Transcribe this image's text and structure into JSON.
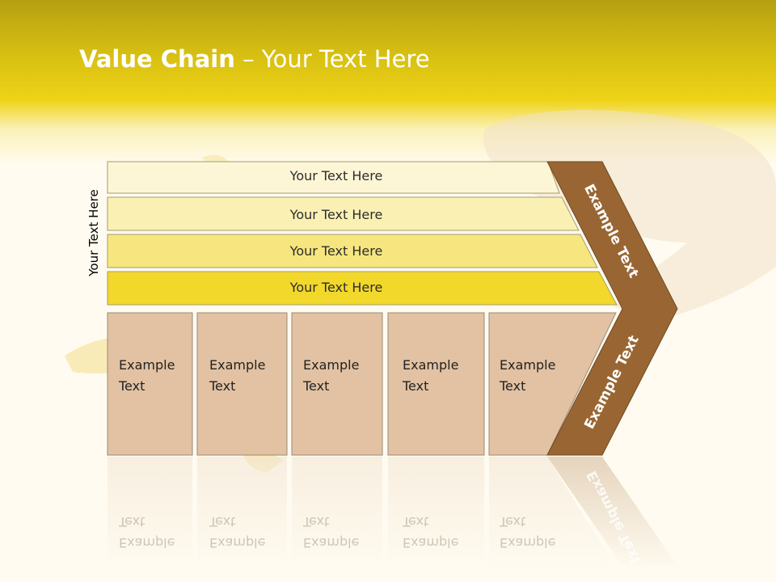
{
  "title": {
    "bold": "Value Chain",
    "rest": " – Your Text Here"
  },
  "side_label": "Your Text Here",
  "bars": [
    {
      "label": "Your Text Here",
      "color": "#fdf6d6"
    },
    {
      "label": "Your Text Here",
      "color": "#fbf0b4"
    },
    {
      "label": "Your Text Here",
      "color": "#f7e67f"
    },
    {
      "label": "Your Text Here",
      "color": "#f2d82a"
    }
  ],
  "boxes": [
    {
      "line1": "Example",
      "line2": "Text"
    },
    {
      "line1": "Example",
      "line2": "Text"
    },
    {
      "line1": "Example",
      "line2": "Text"
    },
    {
      "line1": "Example",
      "line2": "Text"
    },
    {
      "line1": "Example",
      "line2": "Text"
    }
  ],
  "chevron": {
    "upper": "Example Text",
    "lower": "Example Text",
    "color": "#996633"
  },
  "colors": {
    "box": "#e2c2a2",
    "header": "#efd318"
  }
}
